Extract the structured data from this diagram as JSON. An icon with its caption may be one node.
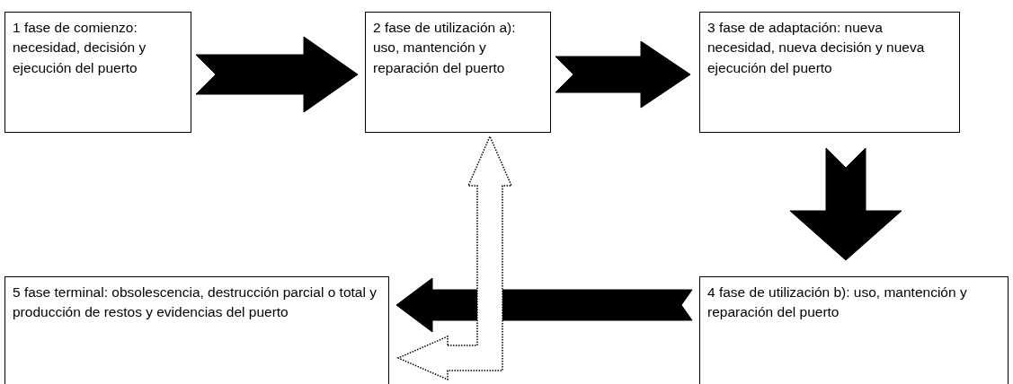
{
  "diagram": {
    "nodes": [
      {
        "text": [
          "1 fase de comienzo: necesidad, decisión y ejecución del puerto"
        ]
      },
      {
        "text": [
          "2 fase de utilización a): uso, mantención y reparación del puerto"
        ]
      },
      {
        "text": [
          "3 fase de adaptación: nueva necesidad, nueva decisión y nueva ejecución del puerto"
        ]
      },
      {
        "text": [
          "4 fase de utilización b): uso, mantención y reparación del puerto"
        ]
      },
      {
        "text": [
          "5 fase terminal: obsolescencia, destrucción parcial o total y producción de restos y evidencias del puerto"
        ]
      }
    ],
    "edges": [
      {
        "from": 0,
        "to": 1,
        "arrow": "to"
      },
      {
        "from": 1,
        "to": 2,
        "arrow": "to"
      },
      {
        "from": 2,
        "to": 3,
        "arrow": "to"
      },
      {
        "from": 3,
        "to": 4,
        "arrow": "to"
      },
      {
        "from": 4,
        "to": 1,
        "arrow": "both",
        "style": "dashed"
      }
    ]
  }
}
